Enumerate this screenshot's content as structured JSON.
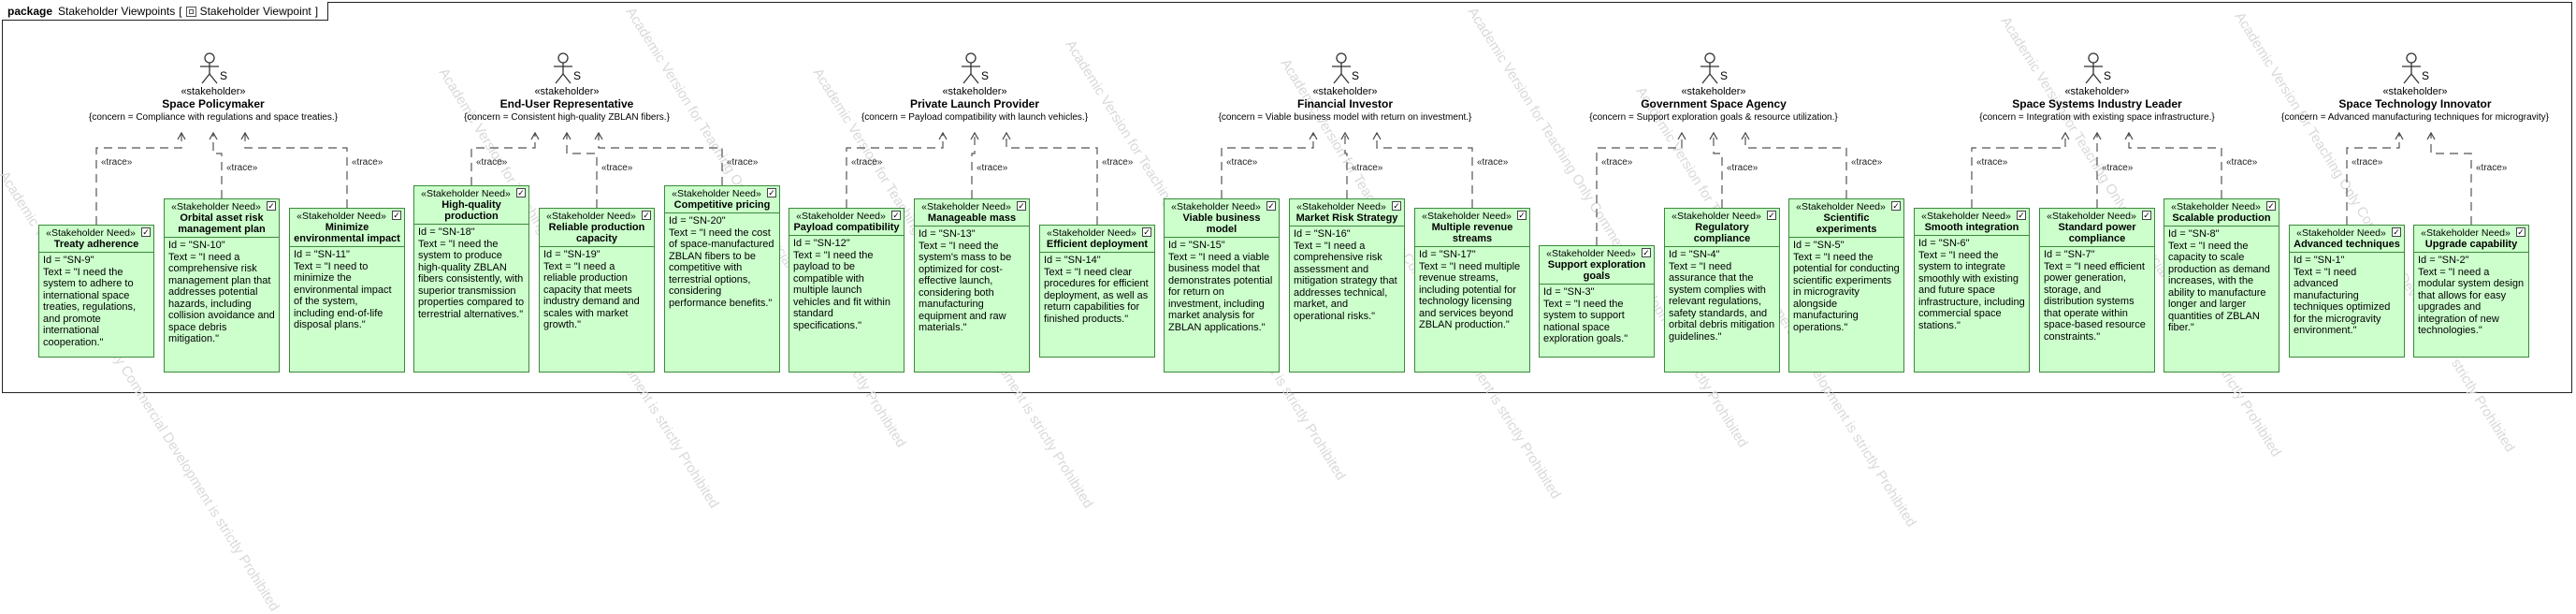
{
  "frame": {
    "keyword": "package",
    "title": "Stakeholder Viewpoints",
    "bracket_open": "[",
    "diagram_label": "Stakeholder Viewpoint",
    "bracket_close": "]"
  },
  "watermark": "Academic Version for Teaching Only Commercial Development is strictly Prohibited",
  "trace_label": "«trace»",
  "actor_stereotype": "«stakeholder»",
  "actors": [
    {
      "name": "Space Policymaker",
      "concern": "{concern = Compliance with regulations and space treaties.}"
    },
    {
      "name": "End-User Representative",
      "concern": "{concern = Consistent high-quality ZBLAN fibers.}"
    },
    {
      "name": "Private Launch Provider",
      "concern": "{concern = Payload compatibility with launch vehicles.}"
    },
    {
      "name": "Financial Investor",
      "concern": "{concern = Viable business model with return on investment.}"
    },
    {
      "name": "Government Space Agency",
      "concern": "{concern = Support exploration goals & resource utilization.}"
    },
    {
      "name": "Space Systems Industry Leader",
      "concern": "{concern = Integration with existing space infrastructure.}"
    },
    {
      "name": "Space Technology Innovator",
      "concern": "{concern = Advanced manufacturing techniques for microgravity}"
    }
  ],
  "need_stereotype": "«Stakeholder Need»",
  "needs": [
    {
      "name": "Treaty adherence",
      "id": "Id = \"SN-9\"",
      "text": "Text = \"I need the system to adhere to international space treaties, regulations, and promote international cooperation.\""
    },
    {
      "name": "Orbital asset risk management plan",
      "id": "Id = \"SN-10\"",
      "text": "Text = \"I need a comprehensive risk management plan that addresses potential hazards, including collision avoidance and space debris mitigation.\""
    },
    {
      "name": "Minimize environmental impact",
      "id": "Id = \"SN-11\"",
      "text": "Text = \"I need to minimize the environmental impact of the system, including end-of-life disposal plans.\""
    },
    {
      "name": "High-quality production",
      "id": "Id = \"SN-18\"",
      "text": "Text = \"I need the system to produce high-quality ZBLAN fibers consistently, with superior transmission properties compared to terrestrial alternatives.\""
    },
    {
      "name": "Reliable production capacity",
      "id": "Id = \"SN-19\"",
      "text": "Text = \"I need a reliable production capacity that meets industry demand and scales with market growth.\""
    },
    {
      "name": "Competitive pricing",
      "id": "Id = \"SN-20\"",
      "text": "Text = \"I need the cost of space-manufactured ZBLAN fibers to be competitive with terrestrial options, considering performance benefits.\""
    },
    {
      "name": "Payload compatibility",
      "id": "Id = \"SN-12\"",
      "text": "Text = \"I need the payload to be compatible with multiple launch vehicles and fit within standard specifications.\""
    },
    {
      "name": "Manageable mass",
      "id": "Id = \"SN-13\"",
      "text": "Text = \"I need the system's mass to be optimized for cost-effective launch, considering both manufacturing equipment and raw materials.\""
    },
    {
      "name": "Efficient deployment",
      "id": "Id = \"SN-14\"",
      "text": "Text = \"I need clear procedures for efficient deployment, as well as return capabilities for finished products.\""
    },
    {
      "name": "Viable business model",
      "id": "Id = \"SN-15\"",
      "text": "Text = \"I need a viable business model that demonstrates potential for return on investment, including market analysis for ZBLAN applications.\""
    },
    {
      "name": "Market Risk Strategy",
      "id": "Id = \"SN-16\"",
      "text": "Text = \"I need a comprehensive risk assessment and mitigation strategy that addresses technical, market, and operational risks.\""
    },
    {
      "name": "Multiple revenue streams",
      "id": "Id = \"SN-17\"",
      "text": "Text = \"I need multiple revenue streams, including potential for technology licensing and services beyond ZBLAN production.\""
    },
    {
      "name": "Support exploration goals",
      "id": "Id = \"SN-3\"",
      "text": "Text = \"I need the system to support national space exploration goals.\""
    },
    {
      "name": "Regulatory compliance",
      "id": "Id = \"SN-4\"",
      "text": "Text = \"I need assurance that the system complies with relevant regulations, safety standards, and orbital debris mitigation guidelines.\""
    },
    {
      "name": "Scientific experiments",
      "id": "Id = \"SN-5\"",
      "text": "Text = \"I need the potential for conducting scientific experiments in microgravity alongside manufacturing operations.\""
    },
    {
      "name": "Smooth integration",
      "id": "Id = \"SN-6\"",
      "text": "Text = \"I need the system to integrate smoothly with existing and future space infrastructure, including commercial space stations.\""
    },
    {
      "name": "Standard power compliance",
      "id": "Id = \"SN-7\"",
      "text": "Text = \"I need efficient power generation, storage, and distribution systems that operate within space-based resource constraints.\""
    },
    {
      "name": "Scalable production",
      "id": "Id = \"SN-8\"",
      "text": "Text = \"I need the capacity to scale production as demand increases, with the ability to manufacture longer and larger quantities of ZBLAN fiber.\""
    },
    {
      "name": "Advanced techniques",
      "id": "Id = \"SN-1\"",
      "text": "Text = \"I need advanced manufacturing techniques optimized for the microgravity environment.\""
    },
    {
      "name": "Upgrade capability",
      "id": "Id = \"SN-2\"",
      "text": "Text = \"I need a modular system design that allows for easy upgrades and integration of new technologies.\""
    }
  ]
}
